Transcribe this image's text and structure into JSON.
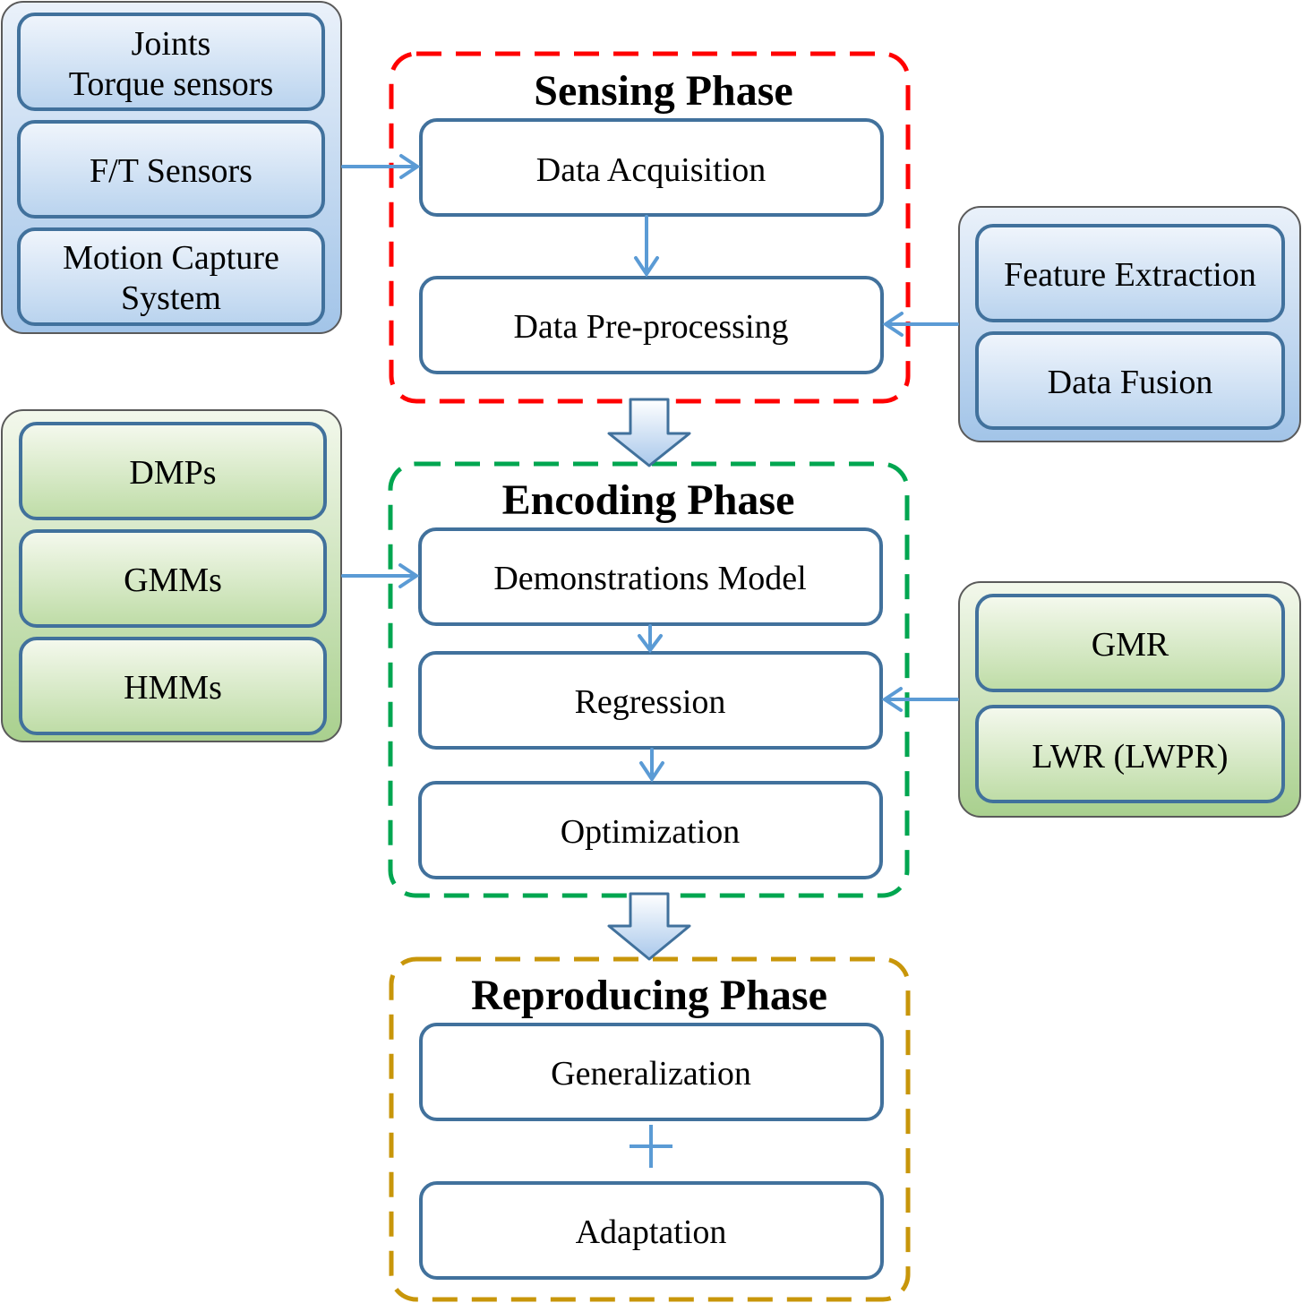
{
  "sensing_phase": {
    "title": "Sensing Phase",
    "steps": [
      "Data Acquisition",
      "Data Pre-processing"
    ]
  },
  "encoding_phase": {
    "title": "Encoding Phase",
    "steps": [
      "Demonstrations Model",
      "Regression",
      "Optimization"
    ]
  },
  "reproducing_phase": {
    "title": "Reproducing Phase",
    "steps": [
      "Generalization",
      "Adaptation"
    ]
  },
  "sensors_group": {
    "items": [
      [
        "Joints",
        "Torque sensors"
      ],
      [
        "F/T Sensors"
      ],
      [
        "Motion Capture",
        "System"
      ]
    ]
  },
  "preprocessing_group": {
    "items": [
      [
        "Feature Extraction"
      ],
      [
        "Data Fusion"
      ]
    ]
  },
  "models_group": {
    "items": [
      [
        "DMPs"
      ],
      [
        "GMMs"
      ],
      [
        "HMMs"
      ]
    ]
  },
  "regression_group": {
    "items": [
      [
        "GMR"
      ],
      [
        "LWR (LWPR)"
      ]
    ]
  },
  "colors": {
    "sensing_border": "#ff0000",
    "encoding_border": "#00a650",
    "reproducing_border": "#c8960a",
    "box_border": "#41719c",
    "arrow": "#5b9bd5",
    "blue_light": "#e6eef9",
    "blue_dark": "#9fc3e8",
    "green_light": "#eef5e6",
    "green_dark": "#a9d08e"
  }
}
